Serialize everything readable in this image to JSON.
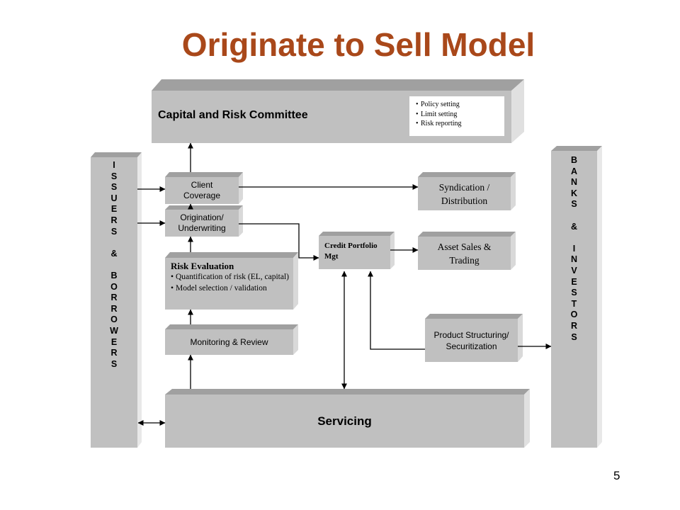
{
  "title": "Originate to Sell Model",
  "page_number": "5",
  "capital_committee": {
    "label": "Capital and Risk Committee",
    "bullets": [
      "Policy setting",
      "Limit setting",
      "Risk reporting"
    ]
  },
  "issuers_column": [
    "I",
    "S",
    "S",
    "U",
    "E",
    "R",
    "S",
    "",
    "&",
    "",
    "B",
    "O",
    "R",
    "R",
    "O",
    "W",
    "E",
    "R",
    "S"
  ],
  "banks_column": [
    "B",
    "A",
    "N",
    "K",
    "S",
    "",
    "&",
    "",
    "I",
    "N",
    "V",
    "E",
    "S",
    "T",
    "O",
    "R",
    "S"
  ],
  "client_coverage": "Client Coverage",
  "origination": "Origination/ Underwriting",
  "risk_evaluation": {
    "heading": "Risk Evaluation",
    "bullets": [
      "Quantification of risk (EL, capital)",
      "Model selection / validation"
    ]
  },
  "monitoring": "Monitoring & Review",
  "credit_portfolio": "Credit Portfolio Mgt",
  "syndication": "Syndication / Distribution",
  "asset_sales": "Asset Sales & Trading",
  "product_structuring": "Product Structuring/ Securitization",
  "servicing": "Servicing",
  "colors": {
    "title": "#a9481a",
    "box_front": "#c0c0c0",
    "box_top": "#a0a0a0",
    "box_side": "#d9d9d9",
    "box_side_dark": "#e8e8e8"
  }
}
